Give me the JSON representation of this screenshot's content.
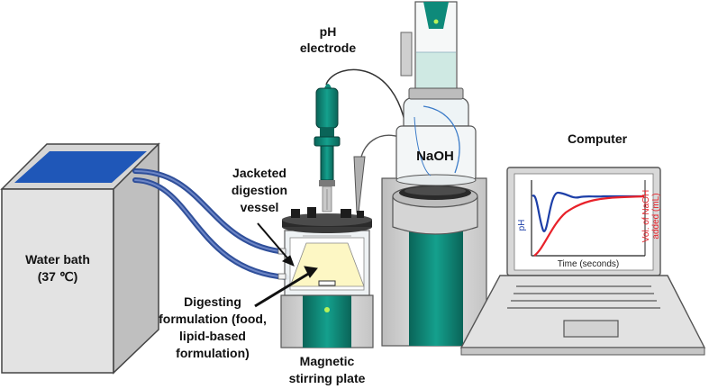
{
  "labels": {
    "ph_electrode_line1": "pH",
    "ph_electrode_line2": "electrode",
    "naoh": "NaOH",
    "computer": "Computer",
    "water_bath_line1": "Water bath",
    "water_bath_line2": "(37 ℃)",
    "vessel_line1": "Jacketed",
    "vessel_line2": "digestion",
    "vessel_line3": "vessel",
    "formulation_line1": "Digesting",
    "formulation_line2": "formulation (food,",
    "formulation_line3": "lipid-based",
    "formulation_line4": "formulation)",
    "stirrer_line1": "Magnetic",
    "stirrer_line2": "stirring plate"
  },
  "screen": {
    "y_left_label": "pH",
    "y_right_label_line1": "Vol. of NaOH",
    "y_right_label_line2": "added (mL)",
    "x_label": "Time (seconds)"
  },
  "colors": {
    "teal": "#0e8a7a",
    "teal_dark": "#0a6458",
    "water_blue": "#1f57b8",
    "tube_blue": "#2f4f9a",
    "ph_curve": "#1d3fa8",
    "naoh_curve": "#e8222a",
    "solution_yellow": "#fdf7c4",
    "reservoir_liquid": "#cfe9e3",
    "steel_light": "#e6e6e6",
    "steel_mid": "#cfcfcf"
  }
}
